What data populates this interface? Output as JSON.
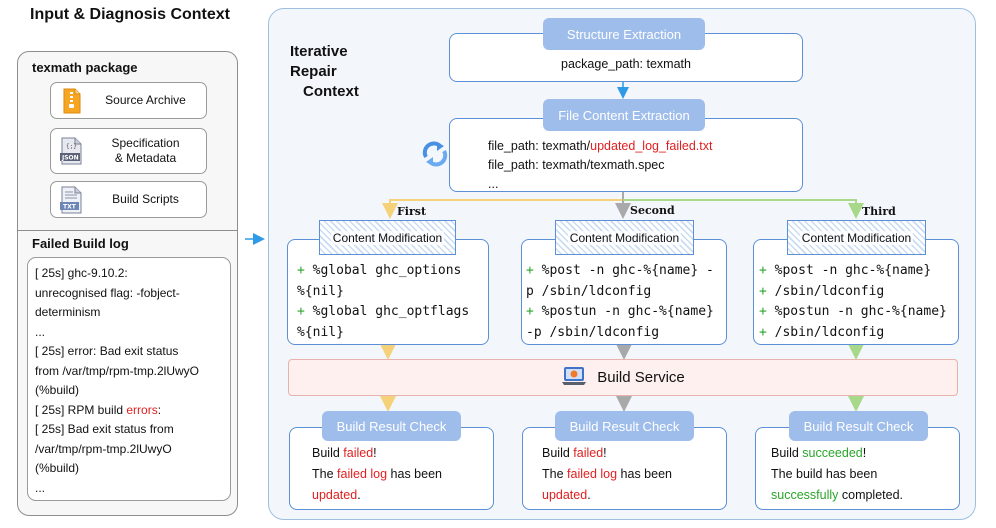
{
  "left": {
    "title": "Input & Diagnosis Context",
    "package_title": "texmath package",
    "sources": [
      {
        "icon": "archive-file-icon",
        "label": "Source Archive"
      },
      {
        "icon": "json-file-icon",
        "label_line1": "Specification",
        "label_line2": "& Metadata"
      },
      {
        "icon": "txt-file-icon",
        "label": "Build Scripts"
      }
    ],
    "log_title": "Failed Build log",
    "log_lines": [
      "[   25s] ghc-9.10.2:",
      "unrecognised flag: -fobject-",
      "determinism",
      "...",
      "[   25s] error: Bad exit status",
      "from /var/tmp/rpm-tmp.2lUwyO",
      "(%build)",
      "[   25s] RPM build ",
      "errors",
      ":",
      "[   25s] Bad exit status from",
      "/var/tmp/rpm-tmp.2lUwyO",
      "(%build)",
      "..."
    ]
  },
  "right": {
    "title_line1": "Iterative Repair",
    "title_line2": "Context",
    "structure_extraction": {
      "label": "Structure Extraction",
      "content": "package_path: texmath"
    },
    "file_content_extraction": {
      "label": "File Content Extraction",
      "line1_prefix": "file_path: texmath/",
      "line1_highlight": "updated_log_failed.txt",
      "line2": "file_path: texmath/texmath.spec",
      "line3": "..."
    },
    "branches": [
      {
        "name": "First",
        "modification_label": "Content Modification",
        "code": [
          "+ ",
          "%global ghc_options",
          "%{nil}",
          "+ ",
          "%global ghc_optflags",
          "%{nil}"
        ],
        "check_label": "Build Result Check",
        "result": {
          "w1": "Build ",
          "w2": "failed",
          "w3": "!",
          "w4": "The ",
          "w5": "failed log",
          "w6": " has been",
          "w7": "updated",
          "w8": "."
        }
      },
      {
        "name": "Second",
        "modification_label": "Content Modification",
        "code": [
          "+ ",
          "%post -n ghc-%{name} -",
          "p /sbin/ldconfig",
          "+ ",
          "%postun -n ghc-%{name}",
          "-p /sbin/ldconfig"
        ],
        "check_label": "Build Result Check",
        "result": {
          "w1": "Build ",
          "w2": "failed",
          "w3": "!",
          "w4": "The ",
          "w5": "failed log",
          "w6": " has been",
          "w7": "updated",
          "w8": "."
        }
      },
      {
        "name": "Third",
        "modification_label": "Content Modification",
        "code": [
          "+ ",
          "%post -n ghc-%{name}",
          "+ ",
          "/sbin/ldconfig",
          "+ ",
          "%postun -n ghc-%{name}",
          "+ ",
          "/sbin/ldconfig"
        ],
        "check_label": "Build Result Check",
        "result": {
          "w1": "Build ",
          "w2": "succeeded",
          "w3": "!",
          "w4": "The build has been",
          "w7": "successfully",
          "w8": " completed."
        }
      }
    ],
    "build_service": {
      "label": "Build Service",
      "icon": "build-service-icon"
    },
    "colors": {
      "first": "#f5d27a",
      "second": "#a9a9a9",
      "third": "#a8d98a",
      "accent": "#5b90d6",
      "arrow": "#2f9be6",
      "error": "#e02020",
      "success": "#2aa52a"
    }
  }
}
